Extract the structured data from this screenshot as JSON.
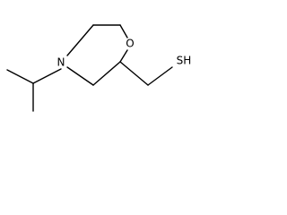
{
  "molecule": {
    "atoms": {
      "oxygen": "O",
      "nitrogen": "N",
      "sulfur_hydrogen": "SH"
    }
  }
}
